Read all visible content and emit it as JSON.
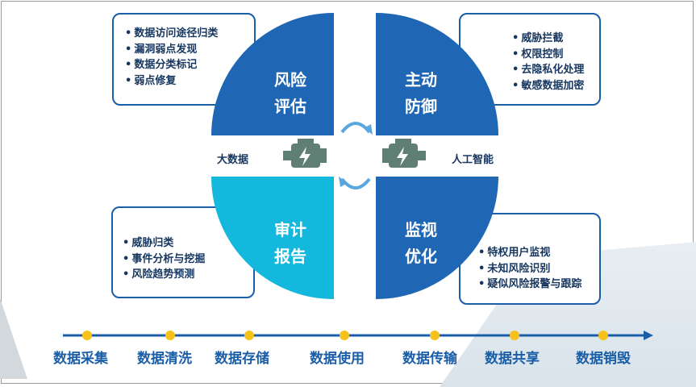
{
  "center": {
    "quadrants": [
      {
        "line1": "风险",
        "line2": "评估"
      },
      {
        "line1": "主动",
        "line2": "防御"
      },
      {
        "line1": "审计",
        "line2": "报告"
      },
      {
        "line1": "监视",
        "line2": "优化"
      }
    ],
    "left_label": "大数据",
    "right_label": "人工智能"
  },
  "boxes": {
    "top_left": [
      "数据访问途径归类",
      "漏洞弱点发现",
      "数据分类标记",
      "弱点修复"
    ],
    "top_right": [
      "威胁拦截",
      "权限控制",
      "去隐私化处理",
      "敏感数据加密"
    ],
    "bottom_left": [
      "威胁归类",
      "事件分析与挖掘",
      "风险趋势预测"
    ],
    "bottom_right": [
      "特权用户监视",
      "未知风险识别",
      "疑似风险报警与跟踪"
    ]
  },
  "lifecycle": [
    "数据采集",
    "数据清洗",
    "数据存储",
    "数据使用",
    "数据传输",
    "数据共享",
    "数据销毁"
  ],
  "colors": {
    "dark_blue": "#1f66b4",
    "cyan": "#13b8dc",
    "dot": "#f5c21b",
    "engine": "#5f7f74"
  }
}
